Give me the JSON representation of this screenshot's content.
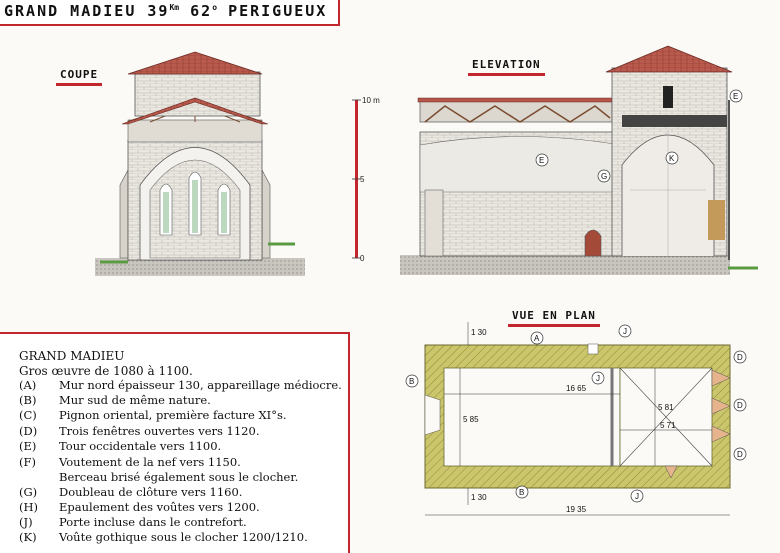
{
  "title": {
    "name": "GRAND MADIEU",
    "n1": "39",
    "u1": "Km",
    "n2": "62",
    "u2": "o",
    "city": "PERIGUEUX"
  },
  "labels": {
    "coupe": "COUPE",
    "elevation": "ELEVATION",
    "plan": "VUE EN PLAN"
  },
  "scale": {
    "top": "10 m",
    "mid": "5",
    "bottom": "0"
  },
  "callouts": {
    "A": "A",
    "B": "B",
    "D": "D",
    "E": "E",
    "G": "G",
    "J": "J",
    "K": "K"
  },
  "dimensions": {
    "d130top": "1 30",
    "d1665": "16 65",
    "d585": "5 85",
    "d581": "5 81",
    "d571": "5 71",
    "d130bot": "1 30",
    "d1935": "19 35"
  },
  "legend": {
    "title": "GRAND MADIEU",
    "subtitle": "Gros œuvre de 1080 à 1100.",
    "items": [
      {
        "key": "(A)",
        "text": "Mur nord épaisseur 130, appareillage médiocre."
      },
      {
        "key": "(B)",
        "text": "Mur sud de même nature."
      },
      {
        "key": "(C)",
        "text": "Pignon oriental, première facture XI°s."
      },
      {
        "key": "(D)",
        "text": "Trois fenêtres ouvertes vers 1120."
      },
      {
        "key": "(E)",
        "text": "Tour occidentale vers 1100."
      },
      {
        "key": "(F)",
        "text": "Voutement de la nef vers 1150."
      },
      {
        "key": "",
        "text": "Berceau brisé également sous le clocher."
      },
      {
        "key": "(G)",
        "text": "Doubleau de clôture vers 1160."
      },
      {
        "key": "(H)",
        "text": "Epaulement des voûtes vers 1200."
      },
      {
        "key": "(J)",
        "text": "Porte incluse dans le contrefort."
      },
      {
        "key": "(K)",
        "text": "Voûte gothique sous le clocher 1200/1210."
      }
    ]
  },
  "colors": {
    "accent": "#c1272d",
    "roof": "#b5544a",
    "stone": "#e9e6e0",
    "wall_plan": "#c8c56a",
    "timber": "#7a4a2e"
  }
}
